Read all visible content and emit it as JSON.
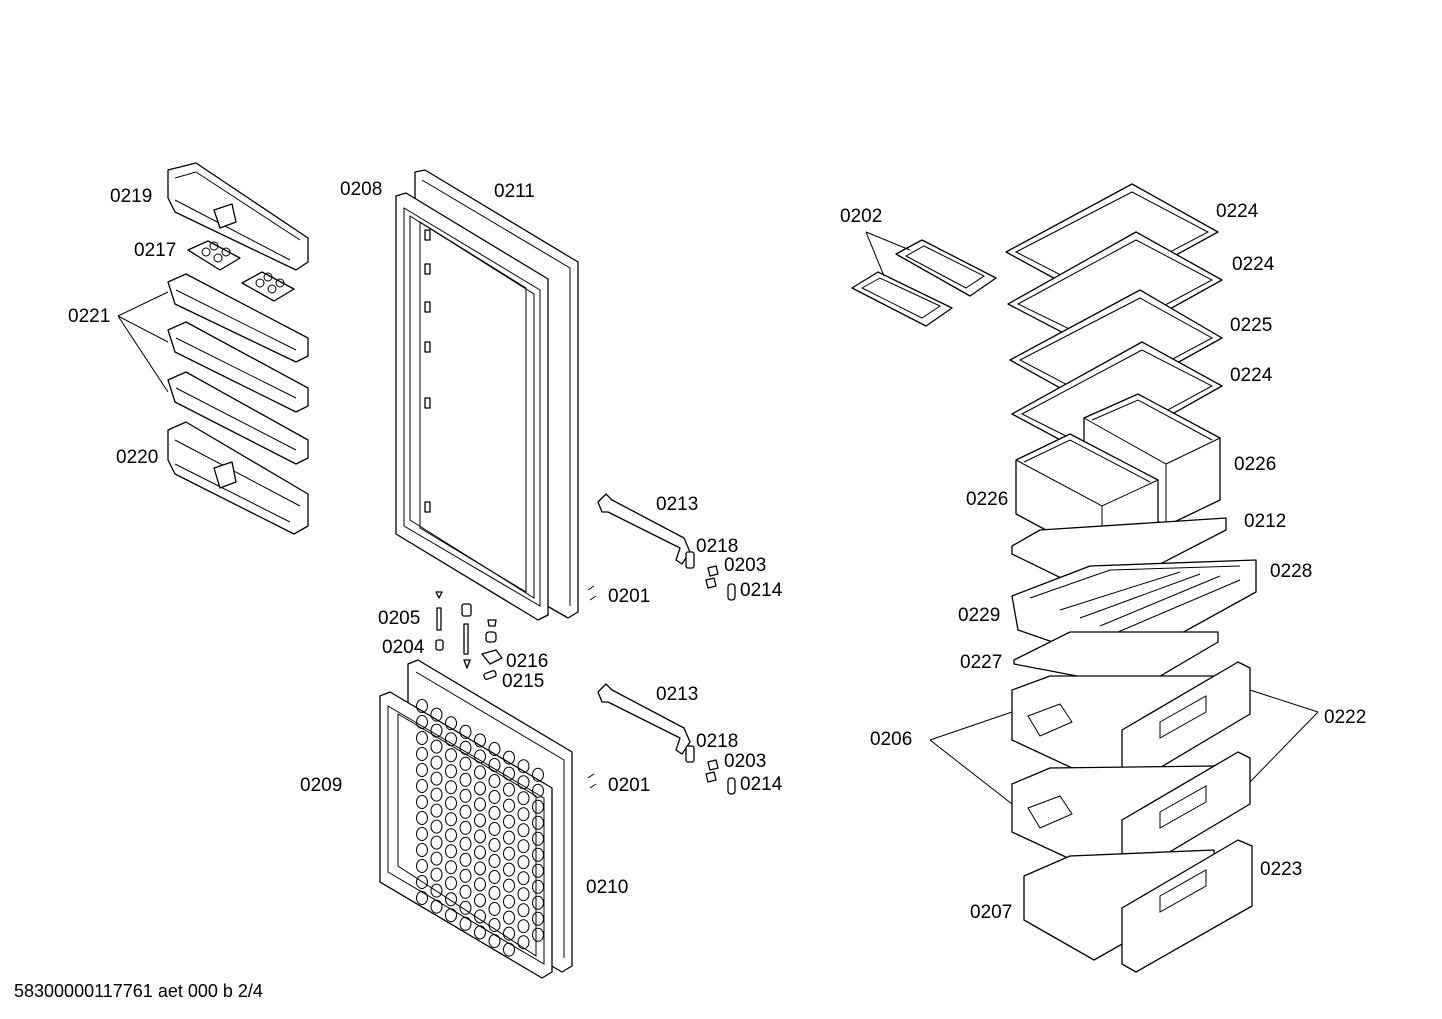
{
  "labels": {
    "l0219": "0219",
    "l0217": "0217",
    "l0221": "0221",
    "l0220": "0220",
    "l0208": "0208",
    "l0211": "0211",
    "l0213a": "0213",
    "l0218a": "0218",
    "l0203a": "0203",
    "l0214a": "0214",
    "l0201a": "0201",
    "l0205": "0205",
    "l0204": "0204",
    "l0216": "0216",
    "l0215": "0215",
    "l0213b": "0213",
    "l0218b": "0218",
    "l0203b": "0203",
    "l0214b": "0214",
    "l0201b": "0201",
    "l0209": "0209",
    "l0210": "0210",
    "l0202": "0202",
    "l0224a": "0224",
    "l0224b": "0224",
    "l0225": "0225",
    "l0224c": "0224",
    "l0226a": "0226",
    "l0226b": "0226",
    "l0212": "0212",
    "l0228": "0228",
    "l0229": "0229",
    "l0227": "0227",
    "l0206": "0206",
    "l0222": "0222",
    "l0223": "0223",
    "l0207": "0207"
  },
  "footer": "58300000117761 aet 000 b 2/4"
}
